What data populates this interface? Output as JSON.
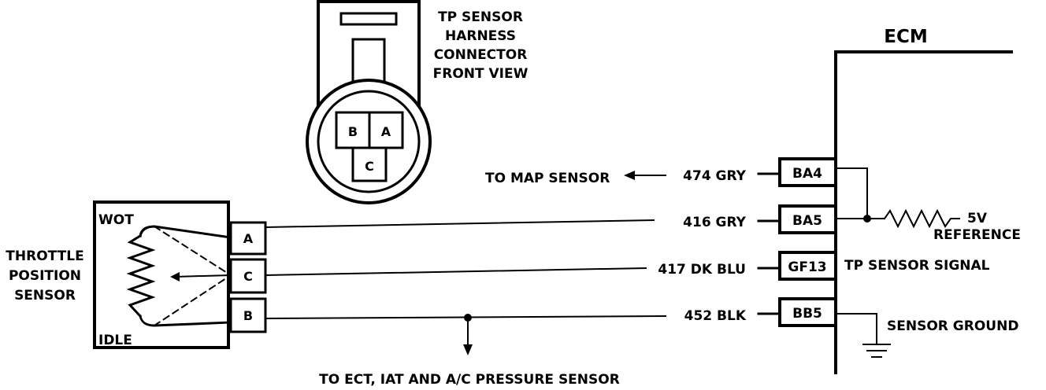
{
  "connector": {
    "title_lines": [
      "TP SENSOR",
      "HARNESS",
      "CONNECTOR",
      "FRONT VIEW"
    ],
    "pin_b": "B",
    "pin_a": "A",
    "pin_c": "C"
  },
  "ecm": {
    "label": "ECM"
  },
  "sensor": {
    "name_lines": [
      "THROTTLE",
      "POSITION",
      "SENSOR"
    ],
    "wot_label": "WOT",
    "idle_label": "IDLE",
    "pin_a": "A",
    "pin_c": "C",
    "pin_b": "B"
  },
  "wires": [
    {
      "label": "474 GRY",
      "terminal": "BA4"
    },
    {
      "label": "416 GRY",
      "terminal": "BA5"
    },
    {
      "label": "417 DK BLU",
      "terminal": "GF13"
    },
    {
      "label": "452 BLK",
      "terminal": "BB5"
    }
  ],
  "annotations": {
    "to_map": "TO MAP SENSOR",
    "five_volt": "5V",
    "reference": "REFERENCE",
    "tp_signal": "TP SENSOR  SIGNAL",
    "sensor_ground": "SENSOR   GROUND",
    "to_ect": "TO ECT, IAT AND A/C PRESSURE SENSOR"
  }
}
